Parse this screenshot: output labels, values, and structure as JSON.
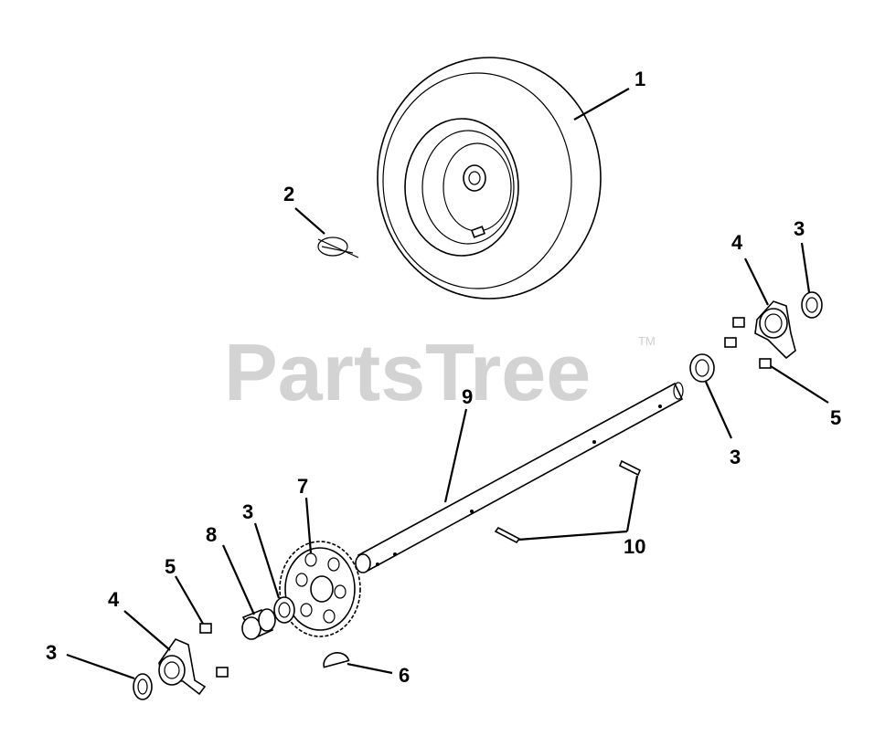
{
  "watermark": {
    "text": "PartsTree",
    "trademark": "TM"
  },
  "callouts": [
    {
      "id": "callout-1",
      "text": "1"
    },
    {
      "id": "callout-2",
      "text": "2"
    },
    {
      "id": "callout-3-top-right",
      "text": "3"
    },
    {
      "id": "callout-4-right",
      "text": "4"
    },
    {
      "id": "callout-5-right",
      "text": "5"
    },
    {
      "id": "callout-3-right-washer",
      "text": "3"
    },
    {
      "id": "callout-9",
      "text": "9"
    },
    {
      "id": "callout-7",
      "text": "7"
    },
    {
      "id": "callout-3-center",
      "text": "3"
    },
    {
      "id": "callout-8",
      "text": "8"
    },
    {
      "id": "callout-5-left",
      "text": "5"
    },
    {
      "id": "callout-4-left",
      "text": "4"
    },
    {
      "id": "callout-3-bottom-left",
      "text": "3"
    },
    {
      "id": "callout-6",
      "text": "6"
    },
    {
      "id": "callout-10",
      "text": "10"
    }
  ]
}
